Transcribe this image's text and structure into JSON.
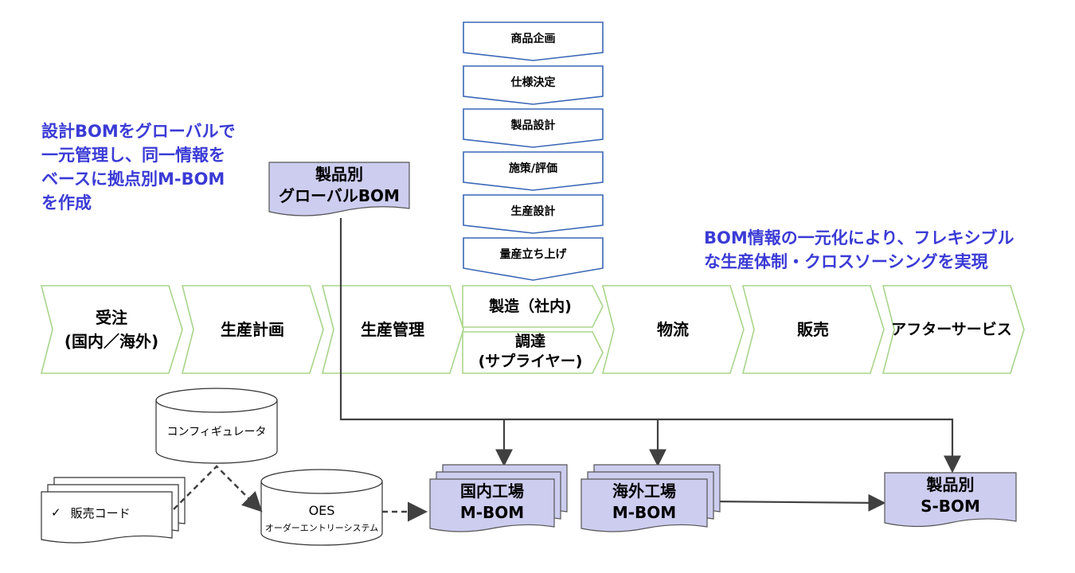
{
  "notes": {
    "left": "設計BOMをグローバルで\n一元管理し、同一情報を\nベースに拠点別M-BOM\nを作成",
    "right": "BOM情報の一元化により、フレキシブル\nな生産体制・クロスソーシングを実現"
  },
  "design_steps": [
    "商品企画",
    "仕様決定",
    "製品設計",
    "施策/評価",
    "生産設計",
    "量産立ち上げ"
  ],
  "value_chain": {
    "order": "受注\n(国内／海外)",
    "planning": "生産計画",
    "control": "生産管理",
    "manufacturing": "製造（社内)",
    "procurement": "調達\n(サプライヤー)",
    "logistics": "物流",
    "sales": "販売",
    "after_service": "アフターサービス"
  },
  "docs": {
    "global_bom": "製品別\nグローバルBOM",
    "domestic_mbom": "国内工場\nM-BOM",
    "overseas_mbom": "海外工場\nM-BOM",
    "sbom": "製品別\nS-BOM"
  },
  "systems": {
    "configurator": "コンフィギュレータ",
    "oes_title": "OES",
    "oes_subtitle": "オーダーエントリーシステム"
  },
  "sales_code": {
    "check": "✓",
    "label": "販売コード"
  },
  "colors": {
    "accent_text": "#3b3bd6",
    "design_stroke": "#3a67b6",
    "chevron_stroke": "#a8d58a",
    "doc_fill": "#cdcdf0"
  }
}
